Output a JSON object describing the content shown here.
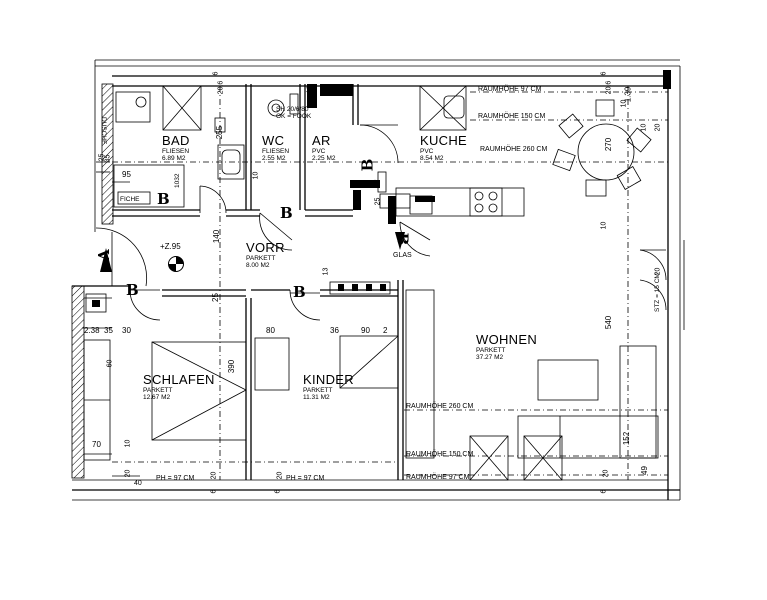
{
  "rooms": {
    "bad": {
      "name": "BAD",
      "floor": "FLIESEN",
      "area": "6.89 M2"
    },
    "wc": {
      "name": "WC",
      "floor": "FLIESEN",
      "area": "2.55 M2"
    },
    "ar": {
      "name": "AR",
      "floor": "PVC",
      "area": "2.25 M2"
    },
    "kuche": {
      "name": "KUCHE",
      "floor": "PVC",
      "area": "8.54 M2"
    },
    "vorr": {
      "name": "VORR",
      "floor": "PARKETT",
      "area": "8.00 M2"
    },
    "schlafen": {
      "name": "SCHLAFEN",
      "floor": "PARKETT",
      "area": "12.67 M2"
    },
    "kinder": {
      "name": "KINDER",
      "floor": "PARKETT",
      "area": "11.31 M2"
    },
    "wohnen": {
      "name": "WOHNEN",
      "floor": "PARKETT",
      "area": "37.27 M2"
    }
  },
  "heights": {
    "rh97": "RAUMHÖHE 97 CM",
    "rh150": "RAUMHÖHE 150 CM",
    "rh260": "RAUMHÖHE 260 CM",
    "ph97": "PH = 97 CM"
  },
  "labels": {
    "glas": "GLAS",
    "level": "+Z.95",
    "wc_note1": "SH 20/6/80",
    "wc_note2": "OK = FOOK",
    "dusche": "DUSCHE",
    "stz": "STZ = 15 CM",
    "fiche": "FICHE",
    "dim_1032": "1032"
  },
  "marks": {
    "a": "A",
    "b": "B"
  },
  "dims": {
    "d255": "255",
    "d206": "20.6",
    "d10": "10",
    "d140": "140",
    "d25": "25",
    "d95": "95",
    "d35": "35",
    "d30": "30",
    "d238": "2.38",
    "d80": "80",
    "d390": "390",
    "d36": "36",
    "d90": "90",
    "d2": "2",
    "d13": "13",
    "d540": "540",
    "d270": "270",
    "d152": "152",
    "d49": "49",
    "d70": "70",
    "d20": "20",
    "d6": "6",
    "d139": "1.39",
    "d60": "60",
    "d40": "40",
    "d620": "6.20",
    "d100": "100"
  }
}
